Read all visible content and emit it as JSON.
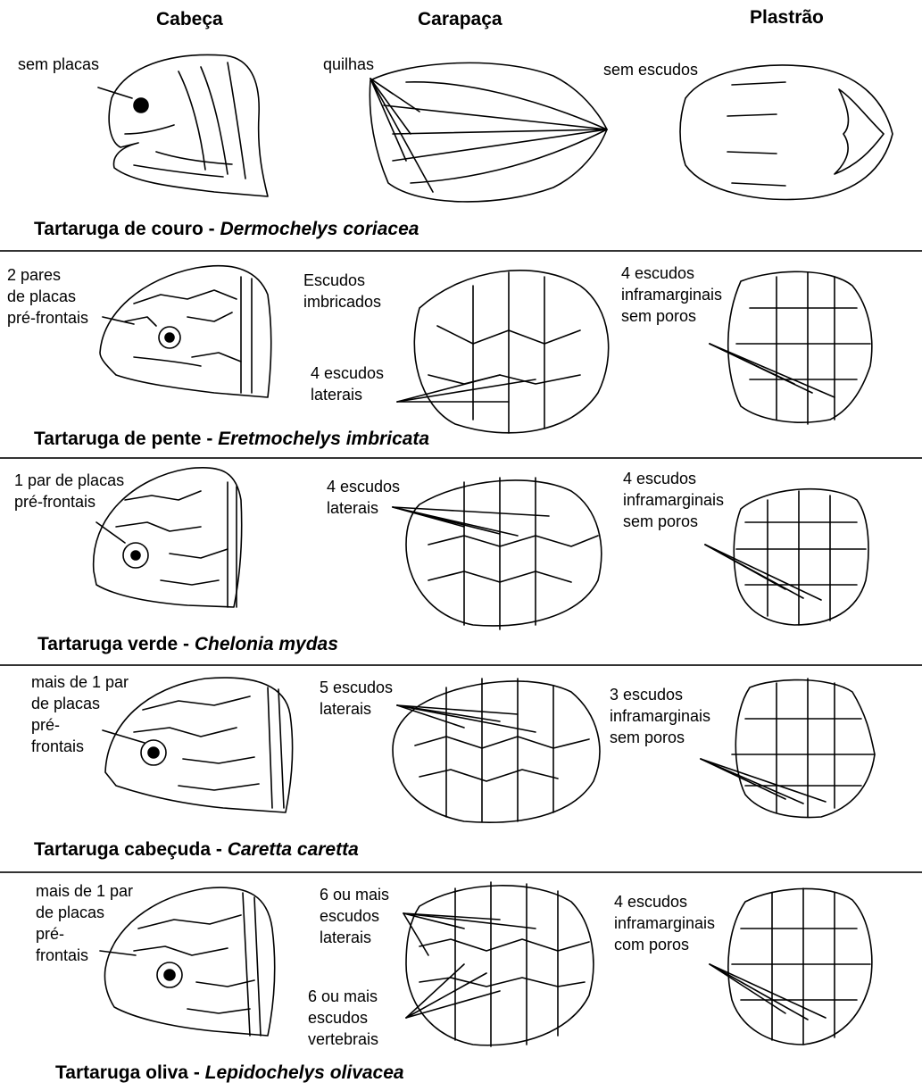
{
  "columns": {
    "head": "Cabeça",
    "carapace": "Carapaça",
    "plastron": "Plastrão"
  },
  "species": [
    {
      "common": "Tartaruga de couro - ",
      "scientific": "Dermochelys coriacea",
      "head_note": "sem placas",
      "carapace_note": "quilhas",
      "carapace_note2": "",
      "plastron_note": "sem escudos"
    },
    {
      "common": "Tartaruga de pente - ",
      "scientific": "Eretmochelys imbricata",
      "head_note": "2 pares\nde placas\npré-frontais",
      "carapace_note": "Escudos\nimbricados",
      "carapace_note2": "4 escudos\nlaterais",
      "plastron_note": "4 escudos\ninframarginais\nsem poros"
    },
    {
      "common": "Tartaruga verde - ",
      "scientific": "Chelonia mydas",
      "head_note": "1 par de placas\npré-frontais",
      "carapace_note": "4 escudos\nlaterais",
      "carapace_note2": "",
      "plastron_note": "4 escudos\ninframarginais\nsem poros"
    },
    {
      "common": "Tartaruga cabeçuda - ",
      "scientific": "Caretta caretta",
      "head_note": "mais de 1 par\nde  placas\npré-\nfrontais",
      "carapace_note": "5 escudos\nlaterais",
      "carapace_note2": "",
      "plastron_note": "3 escudos\ninframarginais\nsem poros"
    },
    {
      "common": "Tartaruga oliva - ",
      "scientific": "Lepidochelys olivacea",
      "head_note": "mais de 1 par\nde  placas\npré-\nfrontais",
      "carapace_note": "6 ou mais\nescudos\nlaterais",
      "carapace_note2": "6 ou mais\nescudos\nvertebrais",
      "plastron_note": "4 escudos\ninframarginais\ncom poros"
    }
  ]
}
